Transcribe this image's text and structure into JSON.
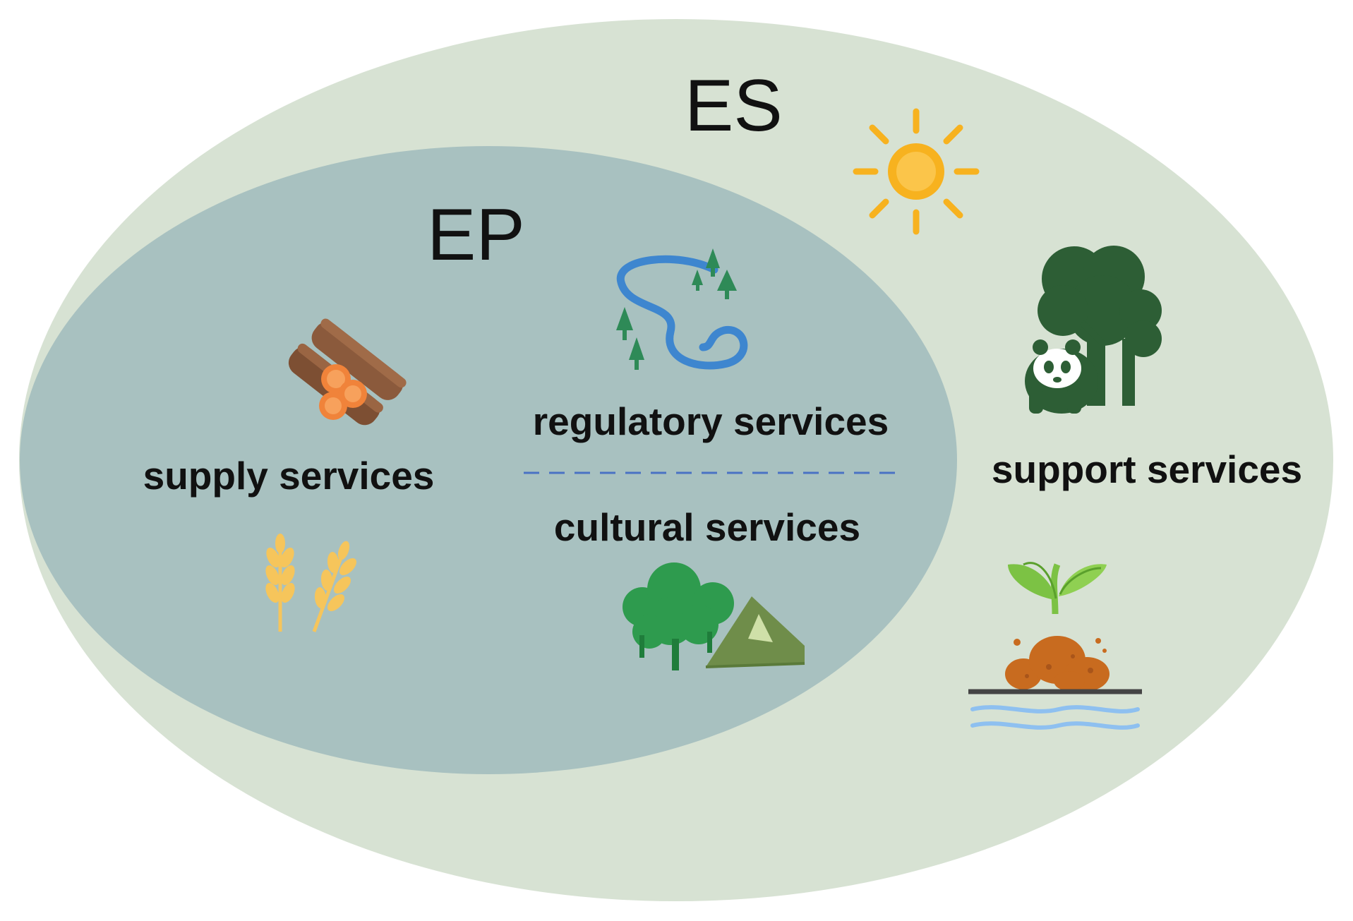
{
  "outer": {
    "label": "ES",
    "fill": "#d7e2d3"
  },
  "inner": {
    "label": "EP",
    "fill": "#a8c1c0"
  },
  "services": {
    "supply": "supply services",
    "regulatory": "regulatory services",
    "cultural": "cultural services",
    "support": "support services"
  },
  "divider_color": "#4a72c4",
  "icons": [
    "sun-icon",
    "tree-panda-icon",
    "logs-icon",
    "wheat-icon",
    "river-trees-icon",
    "trees-tent-icon",
    "sprout-soil-water-icon"
  ]
}
